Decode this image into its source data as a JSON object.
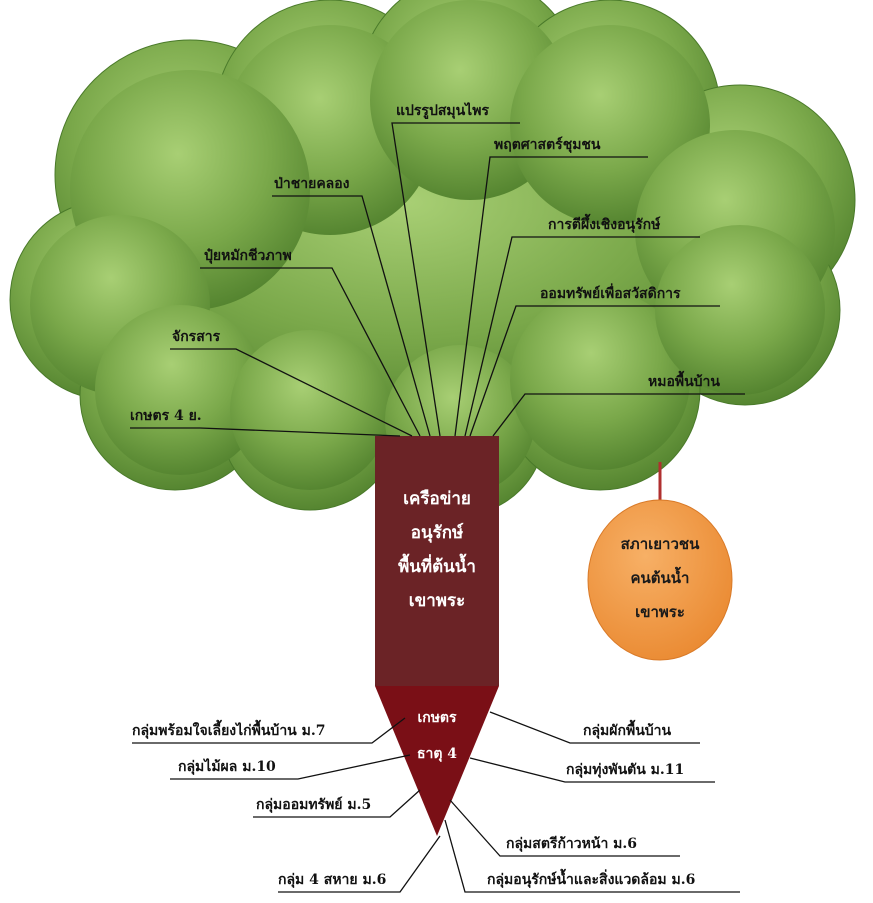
{
  "colors": {
    "canopy_light": "#9dc46a",
    "canopy_dark": "#4a7a2a",
    "trunk": "#6b2326",
    "root_triangle": "#7a0f16",
    "circle_fill": "#f0923c",
    "circle_stem": "#b03030",
    "line": "#111111"
  },
  "trunk_label": {
    "lines": [
      "เครือข่าย",
      "อนุรักษ์",
      "พื้นที่ต้นน้ำ",
      "เขาพระ"
    ]
  },
  "root_label": {
    "lines": [
      "เกษตร",
      "ธาตุ 4"
    ]
  },
  "circle_label": {
    "lines": [
      "สภาเยาวชน",
      "คนต้นน้ำ",
      "เขาพระ"
    ]
  },
  "branches": {
    "b1": "แปรรูปสมุนไพร",
    "b2": "พฤตศาสตร์ชุมชน",
    "b3": "ป่าชายคลอง",
    "b4": "การตีผึ้งเชิงอนุรักษ์",
    "b5": "ปุ๋ยหมักชีวภาพ",
    "b6": "ออมทรัพย์เพื่อสวัสดิการ",
    "b7": "จักรสาร",
    "b8": "หมอพื้นบ้าน",
    "b9": "เกษตร 4 ย."
  },
  "roots": {
    "r1": "กลุ่มพร้อมใจเลี้ยงไก่พื้นบ้าน ม.7",
    "r2": "กลุ่มผักพื้นบ้าน",
    "r3": "กลุ่มไม้ผล ม.10",
    "r4": "กลุ่มทุ่งพันตัน ม.11",
    "r5": "กลุ่มออมทรัพย์ ม.5",
    "r6": "กลุ่มสตรีก้าวหน้า ม.6",
    "r7": "กลุ่ม 4 สหาย ม.6",
    "r8": "กลุ่มอนุรักษ์น้ำและสิ่งแวดล้อม ม.6"
  }
}
